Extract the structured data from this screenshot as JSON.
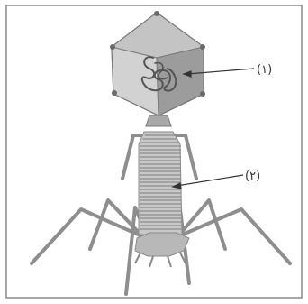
{
  "labels": [
    {
      "id": "label-1",
      "text": "(١)"
    },
    {
      "id": "label-2",
      "text": "(٢)"
    }
  ],
  "colors": {
    "frame": "#8a8a8a",
    "head_fill": "#b8b8b8",
    "head_light": "#d2d2d2",
    "head_dark": "#9c9c9c",
    "head_stroke": "#7a7a7a",
    "vertex": "#6a6a6a",
    "dna": "#555555",
    "sheath_fill": "#c8c8c8",
    "sheath_line": "#8a8a8a",
    "leg": "#8e8e8e",
    "pointer": "#333333",
    "label_text": "#333333"
  },
  "icons": {
    "vertex": "hexagon-vertex",
    "pointer": "arrow-line"
  }
}
